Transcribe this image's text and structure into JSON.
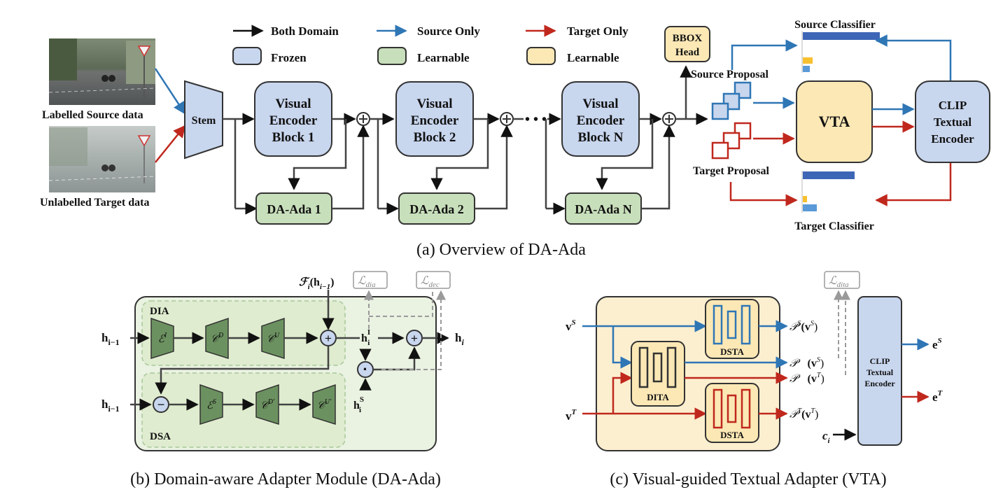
{
  "colors": {
    "frozen": "#c8d6ee",
    "learnable_green": "#c8dfbb",
    "learnable_yellow": "#fbe8b5",
    "source": "#2f76b5",
    "target": "#c0281d",
    "both": "#111111",
    "panel_b_bg": "#eaf2e2",
    "panel_c_bg": "#fcefd0",
    "dark_green": "#6c9160",
    "loss_gray": "#9a9a9a"
  },
  "legend": {
    "both": "Both Domain",
    "source": "Source Only",
    "target": "Target Only",
    "frozen": "Frozen",
    "learnable_green": "Learnable",
    "learnable_yellow": "Learnable"
  },
  "panel_a": {
    "source_data": "Labelled Source data",
    "target_data": "Unlabelled Target data",
    "stem": "Stem",
    "block1": [
      "Visual",
      "Encoder",
      "Block 1"
    ],
    "block2": [
      "Visual",
      "Encoder",
      "Block 2"
    ],
    "blockN": [
      "Visual",
      "Encoder",
      "Block N"
    ],
    "ada1": "DA-Ada 1",
    "ada2": "DA-Ada 2",
    "adaN": "DA-Ada N",
    "ellipsis": "• • •",
    "bbox": [
      "BBOX",
      "Head"
    ],
    "source_proposal": "Source Proposal",
    "target_proposal": "Target Proposal",
    "vta": "VTA",
    "clip": [
      "CLIP",
      "Textual",
      "Encoder"
    ],
    "source_classifier": "Source Classifier",
    "target_classifier": "Target Classifier",
    "caption": "(a)  Overview of DA-Ada"
  },
  "panel_b": {
    "caption": "(b)  Domain-aware Adapter Module (DA-Ada)",
    "dia": "DIA",
    "dsa": "DSA",
    "h_prev": "h",
    "h_prev_sub": "i−1",
    "f_label": "ℱ",
    "f_sub": "i",
    "f_arg": "(h",
    "f_arg_sub": "i−1",
    "f_close": ")",
    "loss_dia": "ℒ",
    "loss_dia_sub": "dia",
    "loss_dec": "ℒ",
    "loss_dec_sub": "dec",
    "e_i": "ℰ",
    "e_i_sup": "I",
    "c_d": "𝒞",
    "c_d_sup": "D",
    "c_u": "𝒞",
    "c_u_sup": "U",
    "e_s": "ℰ",
    "e_s_sup": "S",
    "c_d2": "𝒞",
    "c_d2_sup": "D′",
    "c_u2": "𝒞",
    "c_u2_sup": "U′",
    "h_i_I": "h",
    "h_i_I_sub": "i",
    "h_i_I_sup": "I",
    "h_i_S": "h",
    "h_i_S_sub": "i",
    "h_i_S_sup": "S",
    "h_i": "h",
    "h_i_sub": "i",
    "plus": "+",
    "minus": "−",
    "dot": "·"
  },
  "panel_c": {
    "caption": "(c)  Visual-guided Textual Adapter (VTA)",
    "vs": "v",
    "vs_sup": "S",
    "vt": "v",
    "vt_sup": "T",
    "dsta": "DSTA",
    "dita": "DITA",
    "loss_dita": "ℒ",
    "loss_dita_sub": "dita",
    "out1": "𝒫",
    "out1_sup": "S",
    "out1_arg": "(v",
    "out1_arg_sup": "S",
    "out2": "𝒫",
    "out2_arg": "(v",
    "out2_arg_sup": "S",
    "out3": "𝒫",
    "out3_arg": "(v",
    "out3_arg_sup": "T",
    "out4": "𝒫",
    "out4_sup": "T",
    "out4_arg": "(v",
    "out4_arg_sup": "T",
    "close": ")",
    "ci": "c",
    "ci_sub": "i",
    "clip": [
      "CLIP",
      "Textual",
      "Encoder"
    ],
    "es": "e",
    "es_sup": "S",
    "et": "e",
    "et_sup": "T"
  }
}
